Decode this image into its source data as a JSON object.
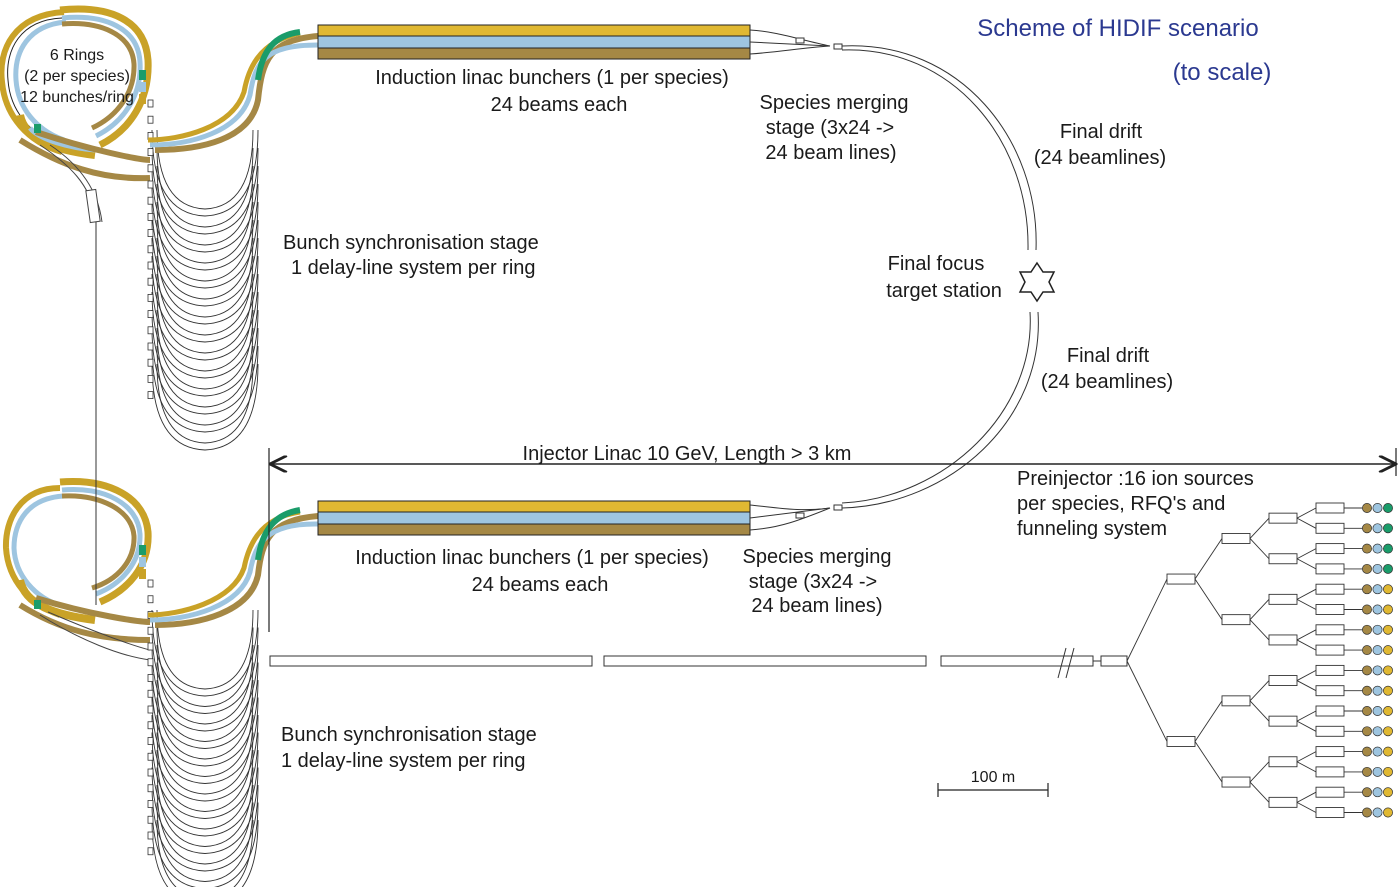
{
  "title": {
    "line1": "Scheme of HIDIF scenario",
    "line2": "(to scale)"
  },
  "labels": {
    "rings": [
      "6 Rings",
      "(2 per species)",
      "12 bunches/ring"
    ],
    "upper_buncher": [
      "Induction linac bunchers (1 per species)",
      "24 beams each"
    ],
    "upper_merging": [
      "Species merging",
      "stage (3x24 ->",
      "24 beam lines)"
    ],
    "upper_drift": [
      "Final drift",
      "(24 beamlines)"
    ],
    "upper_sync": [
      "Bunch synchronisation stage",
      "1 delay-line system per ring"
    ],
    "final_focus": [
      "Final focus",
      "target station"
    ],
    "lower_drift": [
      "Final drift",
      "(24 beamlines)"
    ],
    "injector": "Injector Linac 10 GeV, Length > 3 km",
    "preinjector": [
      "Preinjector :16 ion sources",
      "per species, RFQ's and",
      "funneling system"
    ],
    "lower_buncher": [
      "Induction linac bunchers (1 per species)",
      "24 beams each"
    ],
    "lower_merging": [
      "Species merging",
      "stage (3x24 ->",
      "24 beam lines)"
    ],
    "lower_sync": [
      "Bunch synchronisation stage",
      "1 delay-line system per ring"
    ],
    "scale": "100 m"
  },
  "colors": {
    "species_a": "#e0b832",
    "species_b": "#9ec5e0",
    "species_c": "#a58845",
    "accent_green": "#1a9c6a",
    "title": "#2b3990"
  },
  "ion_sources": {
    "per_tree": 16,
    "source_colors": [
      [
        "#a58845",
        "#9ec5e0",
        "#1a9c6a"
      ],
      [
        "#a58845",
        "#9ec5e0",
        "#e0b832"
      ]
    ]
  }
}
